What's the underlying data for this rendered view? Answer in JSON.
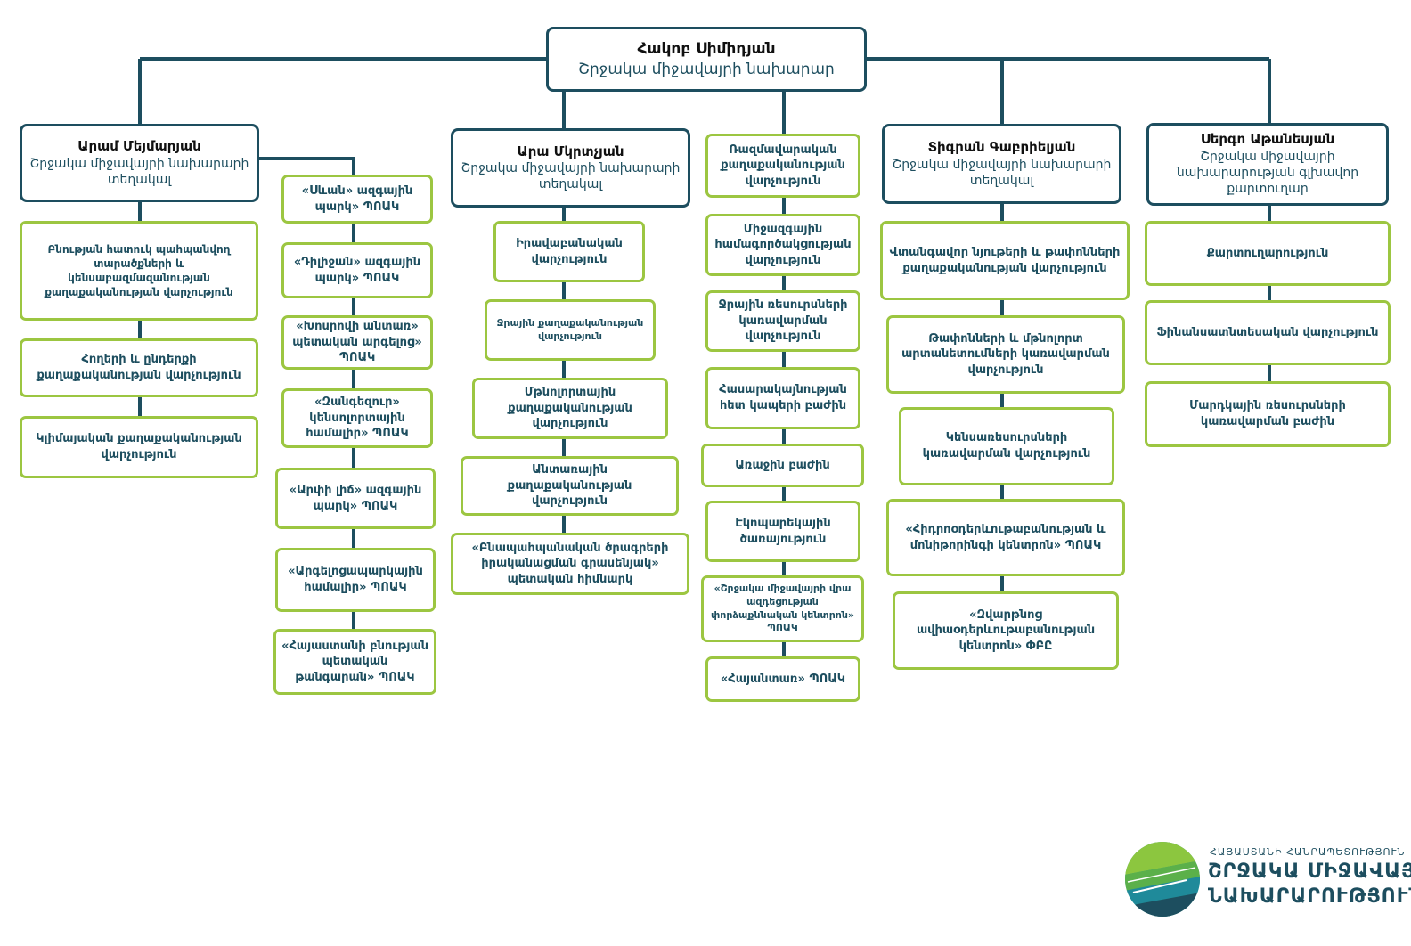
{
  "colors": {
    "head_border": "#1d4e5f",
    "unit_border": "#9cc641",
    "text_dark": "#1d4e5f"
  },
  "chief": {
    "name": "Հակոբ Սիմիդյան",
    "title": "Շրջակա միջավայրի նախարար"
  },
  "deputy1": {
    "name": "Արամ Մեյմարյան",
    "title": "Շրջակա միջավայրի նախարարի տեղակալ"
  },
  "deputy2": {
    "name": "Արա Մկրտչյան",
    "title": "Շրջակա միջավայրի նախարարի տեղակալ"
  },
  "deputy3": {
    "name": "Տիգրան Գաբրիելյան",
    "title": "Շրջակա միջավայրի նախարարի տեղակալ"
  },
  "secgen": {
    "name": "Սերգո Աթանեսյան",
    "title": "Շրջակա միջավայրի նախարարության գլխավոր քարտուղար"
  },
  "col1": [
    "Բնության հատուկ պահպանվող տարածքների և կենսաբազմազանության քաղաքականության վարչություն",
    "Հողերի և ընդերքի քաղաքականության վարչություն",
    "Կլիմայական քաղաքականության վարչություն"
  ],
  "col1b": [
    "«Սևան» ազգային պարկ» ՊՈԱԿ",
    "«Դիլիջան» ազգային պարկ» ՊՈԱԿ",
    "«Խոսրովի անտառ» պետական արգելոց» ՊՈԱԿ",
    "«Զանգեզուր» կենսոլորտային համալիր» ՊՈԱԿ",
    "«Արփի լիճ» ազգային պարկ» ՊՈԱԿ",
    "«Արգելոցապարկային համալիր» ՊՈԱԿ",
    "«Հայաստանի բնության պետական թանգարան» ՊՈԱԿ"
  ],
  "col2": [
    "Իրավաբանական վարչություն",
    "Ջրային քաղաքականության վարչություն",
    "Մթնոլորտային քաղաքականության վարչություն",
    "Անտառային քաղաքականության վարչություն",
    "«Բնապահպանական ծրագրերի իրականացման գրասենյակ» պետական հիմնարկ"
  ],
  "col3": [
    "Ռազմավարական քաղաքականության վարչություն",
    "Միջազգային համագործակցության վարչություն",
    "Ջրային ռեսուրսների կառավարման վարչություն",
    "Հասարակայնության հետ կապերի բաժին",
    "Առաջին բաժին",
    "Էկոպարեկային ծառայություն",
    "«Շրջակա միջավայրի վրա ազդեցության փորձաքննական կենտրոն» ՊՈԱԿ",
    "«Հայանտառ» ՊՈԱԿ"
  ],
  "col4": [
    "Վտանգավոր նյութերի և թափոնների քաղաքականության վարչություն",
    "Թափոնների և մթնոլորտ արտանետումների կառավարման վարչություն",
    "Կենսառեսուրսների կառավարման վարչություն",
    "«Հիդրոօդերևութաբանության և մոնիթորինգի կենտրոն» ՊՈԱԿ",
    "«Զվարթնոց ավիաօդերևութաբանության կենտրոն» ՓԲԸ"
  ],
  "col5": [
    "Քարտուղարություն",
    "Ֆինանսատնտեսական վարչություն",
    "Մարդկային ռեսուրսների կառավարման բաժին"
  ],
  "logo": {
    "line1": "ՀԱՅԱՍՏԱՆԻ ՀԱՆՐԱՊԵՏՈՒԹՅՈՒՆ",
    "line2": "ՇՐՋԱԿԱ ՄԻՋԱՎԱՅՐԻ",
    "line3": "ՆԱԽԱՐԱՐՈՒԹՅՈՒՆ"
  }
}
